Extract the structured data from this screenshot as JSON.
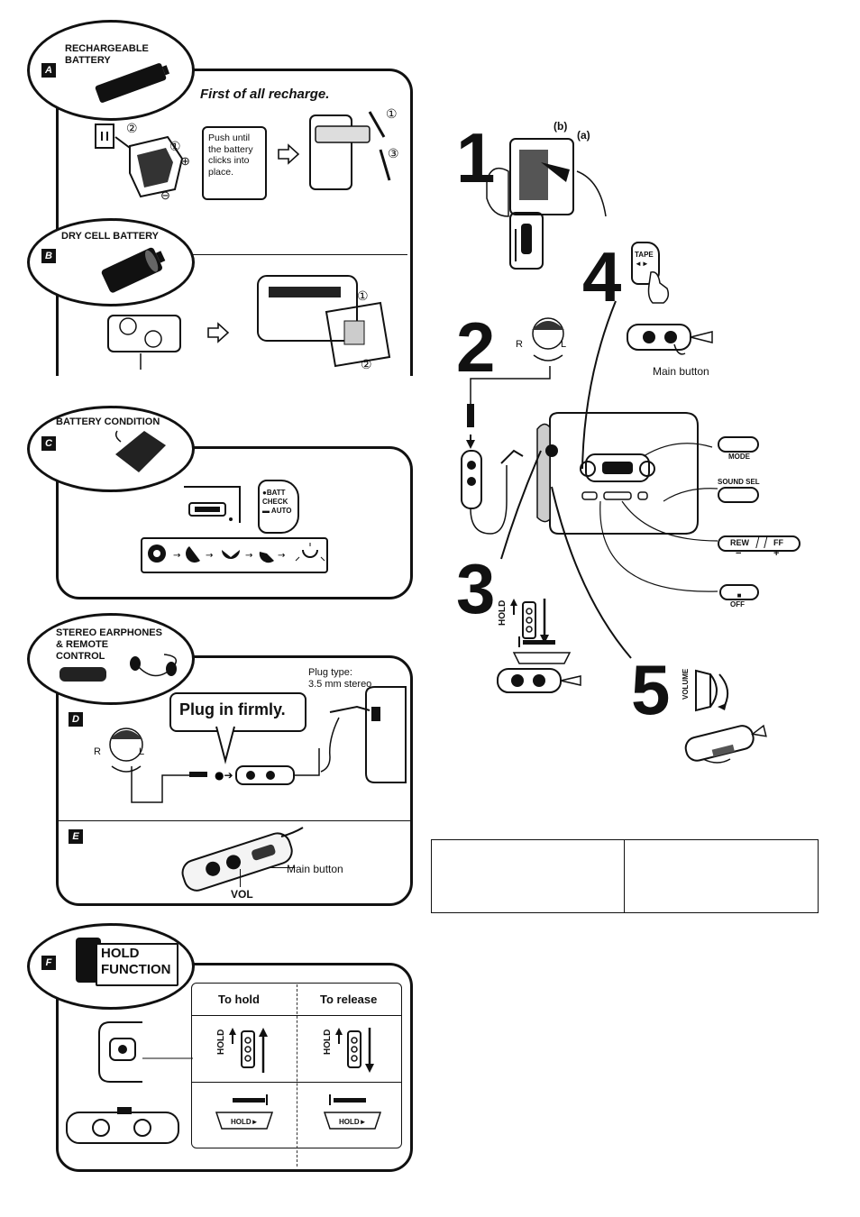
{
  "sections": {
    "a": {
      "letter": "A",
      "title_line1": "RECHARGEABLE",
      "title_line2": "BATTERY",
      "heading": "First of all recharge.",
      "callout": "Push until the battery clicks into place.",
      "step1": "①",
      "step2": "②",
      "step3": "③"
    },
    "b": {
      "letter": "B",
      "title": "DRY CELL BATTERY",
      "step1": "①",
      "step2": "②"
    },
    "c": {
      "letter": "C",
      "title": "BATTERY CONDITION",
      "check_button": "●BATT CHECK ▬ AUTO"
    },
    "d": {
      "letter": "D",
      "title_line1": "STEREO EARPHONES",
      "title_line2": "& REMOTE",
      "title_line3": "CONTROL",
      "plug_type_line1": "Plug type:",
      "plug_type_line2": "3.5 mm stereo",
      "plug_note": "Plug in firmly.",
      "right": "R",
      "left": "L"
    },
    "e": {
      "letter": "E",
      "main_button": "Main button",
      "vol": "VOL"
    },
    "f": {
      "letter": "F",
      "title_line1": "HOLD",
      "title_line2": "FUNCTION",
      "to_hold": "To hold",
      "to_release": "To release",
      "hold_label": "HOLD",
      "hold_small": "HOLD►"
    }
  },
  "steps": {
    "s1": {
      "number": "1",
      "label_b": "(b)",
      "label_a": "(a)"
    },
    "s2": {
      "number": "2",
      "right": "R",
      "left": "L"
    },
    "s3": {
      "number": "3",
      "hold_label": "HOLD"
    },
    "s4": {
      "number": "4",
      "tape_button": "TAPE ◄►",
      "main_button": "Main button"
    },
    "s5": {
      "number": "5",
      "volume": "VOLUME"
    }
  },
  "controls": {
    "mode": "MODE",
    "sound_sel": "SOUND SEL",
    "rew": "REW",
    "ff": "FF",
    "minus": "−",
    "plus": "+",
    "stop": "■",
    "off": "OFF"
  }
}
